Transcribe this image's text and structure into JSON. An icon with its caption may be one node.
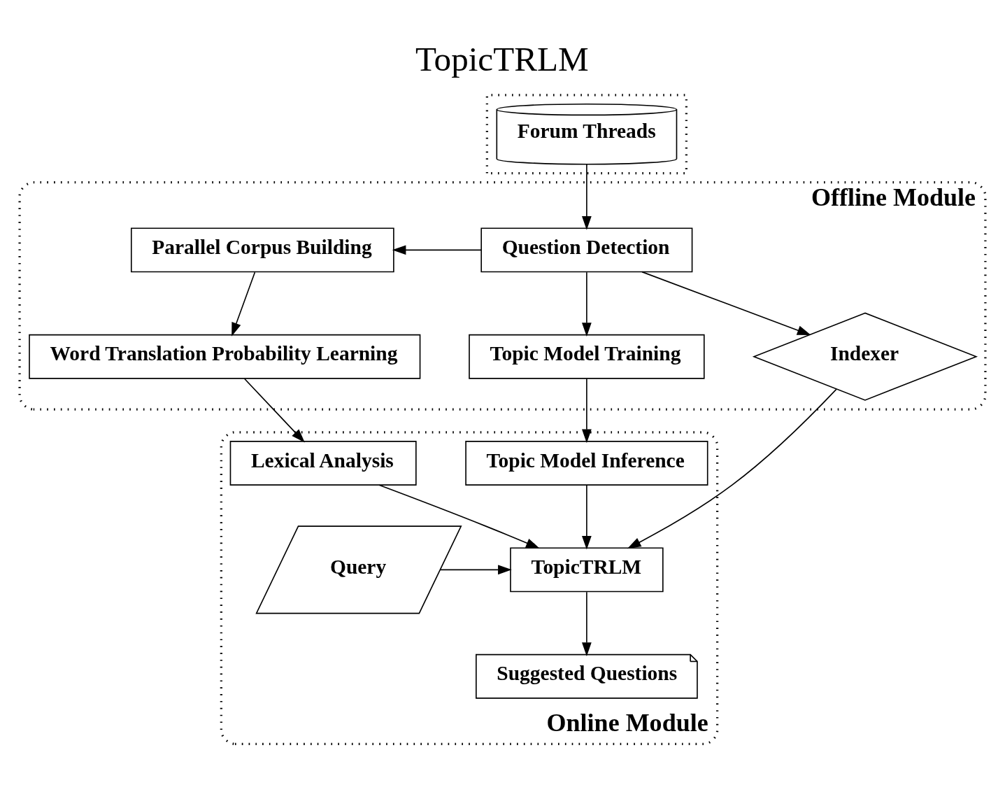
{
  "diagram": {
    "title": "TopicTRLM",
    "nodes": [
      {
        "text": [],
        "shape": "box"
      },
      {
        "text": [
          "Forum Threads"
        ],
        "in": 0
      },
      {
        "text": [
          "Offline Module"
        ]
      },
      {
        "text": [
          "Question Detection"
        ],
        "in": 2
      },
      {
        "text": [
          "Parallel Corpus Building"
        ],
        "in": 2
      },
      {
        "text": [
          "Topic Model Training"
        ],
        "in": 2
      },
      {
        "text": [
          "Indexer"
        ],
        "in": 2
      },
      {
        "text": [
          "Word Translation Probability Learning"
        ],
        "in": 2
      },
      {
        "text": [
          "Online Module"
        ]
      },
      {
        "text": [
          "Topic Model Inference"
        ],
        "in": 8
      },
      {
        "text": [
          "Lexical Analysis"
        ],
        "in": 8
      },
      {
        "text": [
          "Query"
        ],
        "in": 8
      },
      {
        "text": [
          "TopicTRLM"
        ],
        "in": 8
      },
      {
        "text": [
          "Suggested Questions"
        ],
        "in": 8
      }
    ],
    "edges": [
      {
        "from": 1,
        "to": 3,
        "arrow": "to"
      },
      {
        "from": 3,
        "to": 4,
        "arrow": "to"
      },
      {
        "from": 3,
        "to": 6,
        "arrow": "to"
      },
      {
        "from": 3,
        "to": 5,
        "arrow": "to"
      },
      {
        "from": 4,
        "to": 7,
        "arrow": "to"
      },
      {
        "from": 5,
        "to": 9,
        "arrow": "to"
      },
      {
        "from": 7,
        "to": 10,
        "arrow": "to"
      },
      {
        "from": 6,
        "to": 12,
        "arrow": "to"
      },
      {
        "from": 9,
        "to": 12,
        "arrow": "to"
      },
      {
        "from": 10,
        "to": 12,
        "arrow": "to"
      },
      {
        "from": 11,
        "to": 12,
        "arrow": "to"
      },
      {
        "from": 12,
        "to": 13,
        "arrow": "to"
      }
    ]
  }
}
